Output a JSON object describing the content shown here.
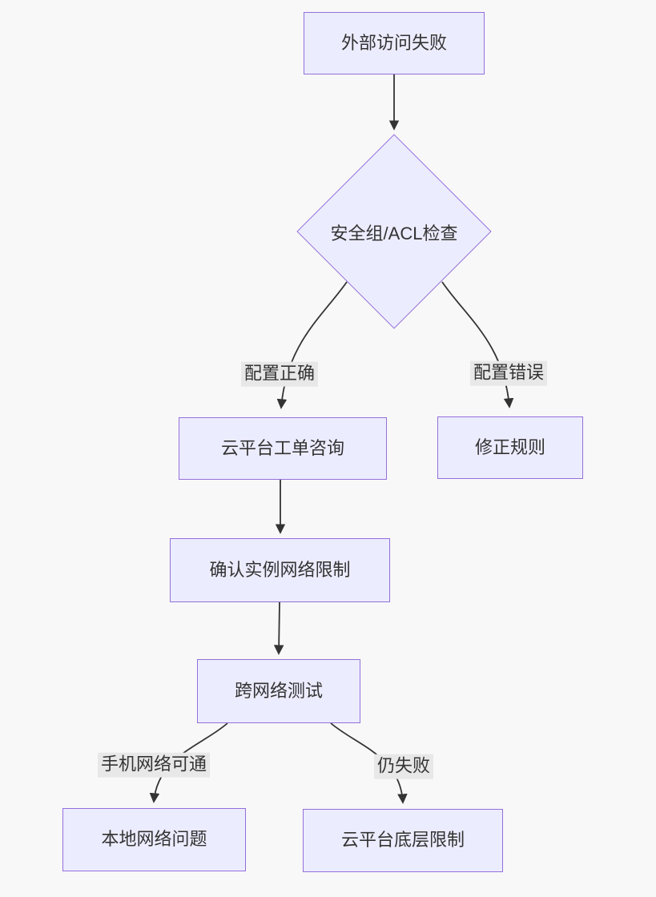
{
  "diagram": {
    "type": "flowchart",
    "direction": "top-down",
    "nodes": [
      {
        "id": "A",
        "shape": "rect",
        "label": "外部访问失败"
      },
      {
        "id": "B",
        "shape": "diamond",
        "label": "安全组/ACL检查"
      },
      {
        "id": "C",
        "shape": "rect",
        "label": "云平台工单咨询"
      },
      {
        "id": "D",
        "shape": "rect",
        "label": "修正规则"
      },
      {
        "id": "E",
        "shape": "rect",
        "label": "确认实例网络限制"
      },
      {
        "id": "F",
        "shape": "rect",
        "label": "跨网络测试"
      },
      {
        "id": "G",
        "shape": "rect",
        "label": "本地网络问题"
      },
      {
        "id": "H",
        "shape": "rect",
        "label": "云平台底层限制"
      }
    ],
    "edges": [
      {
        "from": "A",
        "to": "B",
        "label": ""
      },
      {
        "from": "B",
        "to": "C",
        "label": "配置正确"
      },
      {
        "from": "B",
        "to": "D",
        "label": "配置错误"
      },
      {
        "from": "C",
        "to": "E",
        "label": ""
      },
      {
        "from": "E",
        "to": "F",
        "label": ""
      },
      {
        "from": "F",
        "to": "G",
        "label": "手机网络可通"
      },
      {
        "from": "F",
        "to": "H",
        "label": "仍失败"
      }
    ],
    "colors": {
      "background": "#f8f8f8",
      "node_fill": "#ECECFF",
      "node_border": "#9370DB",
      "edge_color": "#333333",
      "label_bg": "#e8e8e8",
      "text": "#333333"
    }
  }
}
